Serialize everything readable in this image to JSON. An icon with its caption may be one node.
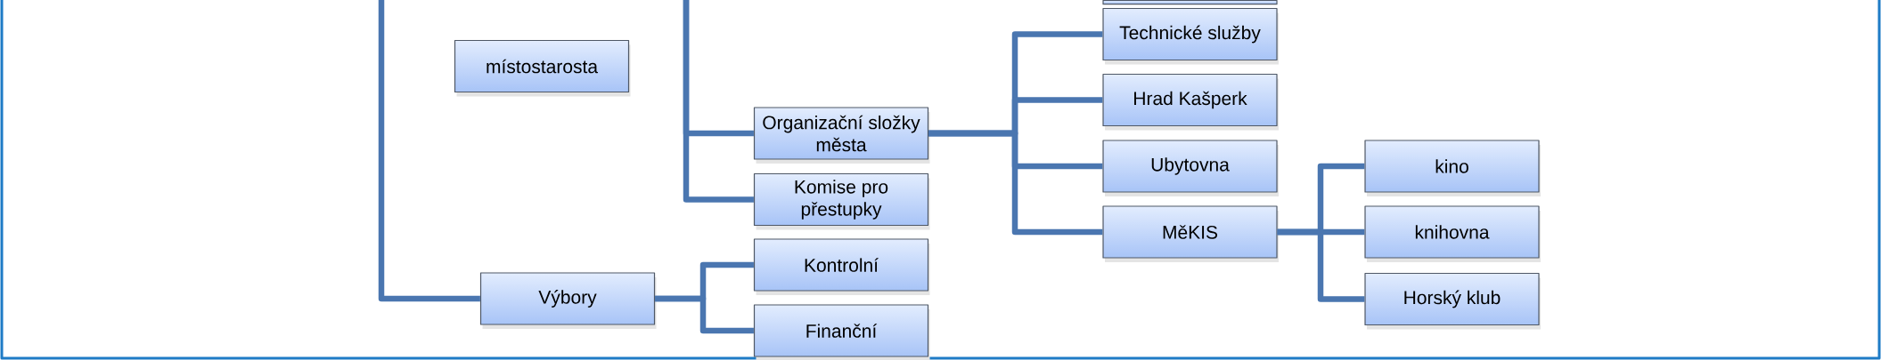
{
  "diagram": {
    "nodes": [
      {
        "text": [
          "místostarosta"
        ]
      },
      {
        "text": [
          "Organizační složky města"
        ]
      },
      {
        "text": [
          "Komise pro přestupky"
        ]
      },
      {
        "text": [
          "Výbory"
        ]
      },
      {
        "text": [
          "Kontrolní"
        ]
      },
      {
        "text": [
          "Finanční"
        ]
      },
      {
        "text": [],
        "shape": "box"
      },
      {
        "text": [
          "Technické služby"
        ]
      },
      {
        "text": [
          "Hrad Kašperk"
        ]
      },
      {
        "text": [
          "Ubytovna"
        ]
      },
      {
        "text": [
          "MěKIS"
        ]
      },
      {
        "text": [
          "kino"
        ]
      },
      {
        "text": [
          "knihovna"
        ]
      },
      {
        "text": [
          "Horský klub"
        ]
      }
    ],
    "edges": [
      {
        "from": null,
        "to": 3,
        "arrow": "none"
      },
      {
        "from": null,
        "to": 1,
        "arrow": "none"
      },
      {
        "from": null,
        "to": 2,
        "arrow": "none"
      },
      {
        "from": 3,
        "to": 4,
        "arrow": "none"
      },
      {
        "from": 3,
        "to": 5,
        "arrow": "none"
      },
      {
        "from": 1,
        "to": 7,
        "arrow": "none"
      },
      {
        "from": 1,
        "to": 8,
        "arrow": "none"
      },
      {
        "from": 1,
        "to": 9,
        "arrow": "none"
      },
      {
        "from": 1,
        "to": 10,
        "arrow": "none"
      },
      {
        "from": 10,
        "to": 11,
        "arrow": "none"
      },
      {
        "from": 10,
        "to": 12,
        "arrow": "none"
      },
      {
        "from": 10,
        "to": 13,
        "arrow": "none"
      }
    ]
  }
}
